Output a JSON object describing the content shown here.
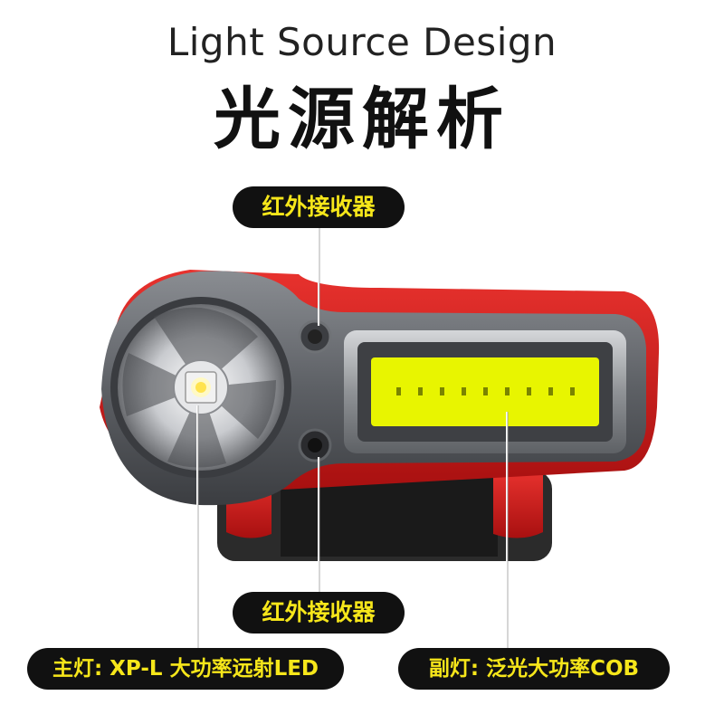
{
  "header": {
    "title_en": "Light Source Design",
    "title_cn": "光源解析"
  },
  "labels": {
    "ir_receiver_top": "红外接收器",
    "ir_receiver_bottom": "红外接收器",
    "main_light": "主灯: XP-L 大功率远射LED",
    "sub_light": "副灯: 泛光大功率COB"
  },
  "colors": {
    "label_bg": "#111111",
    "label_text": "#f6e61a",
    "housing_red": "#d81c1c",
    "cob_yellow": "#e8f500"
  }
}
